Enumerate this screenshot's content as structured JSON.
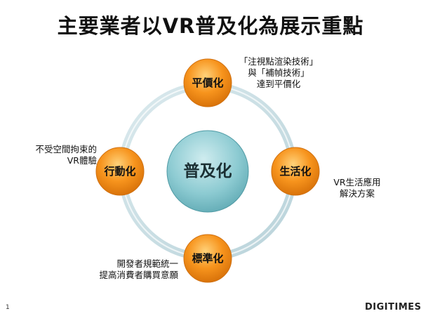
{
  "title": "主要業者以VR普及化為展示重點",
  "center": {
    "label": "普及化"
  },
  "nodes": {
    "top": "平價化",
    "right": "生活化",
    "bottom": "標準化",
    "left": "行動化"
  },
  "annotations": {
    "top": [
      "「注視點渲染技術」",
      "與「補幀技術」",
      "達到平價化"
    ],
    "right": [
      "VR生活應用",
      "解決方案"
    ],
    "bottom": [
      "開發者規範統一",
      "提高消費者購買意願"
    ],
    "left": [
      "不受空間拘束的",
      "VR體驗"
    ]
  },
  "page_number": "1",
  "logo": "DIGITIMES",
  "colors": {
    "node_orange": "#f7941d",
    "center_blue": "#7fc4cc",
    "ring": "#c9dfe4"
  }
}
